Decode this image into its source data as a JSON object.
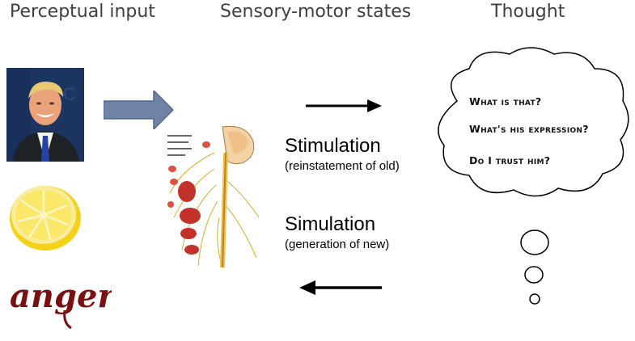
{
  "headers": {
    "perceptual": "Perceptual input",
    "sensory": "Sensory-motor states",
    "thought": "Thought"
  },
  "images": {
    "person": "photo of a smiling man in suit",
    "lemon": "halved lemon",
    "anger_word": "anger",
    "anatomy": "nervous system anatomy illustration"
  },
  "labels": {
    "stimulation": "Stimulation",
    "stimulation_sub": "(reinstatement of old)",
    "simulation": "Simulation",
    "simulation_sub": "(generation of new)"
  },
  "questions": [
    "What is that?",
    "What's his expression?",
    "Do I trust him?"
  ],
  "colors": {
    "fat_arrow": "#6f84a6",
    "anger_text": "#7a1010"
  }
}
